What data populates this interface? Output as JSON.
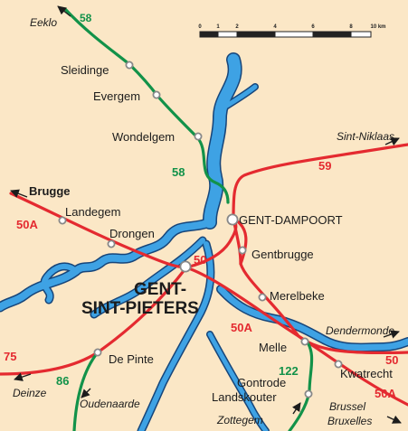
{
  "colors": {
    "background": "#fbe7c6",
    "water": "#3ea2e4",
    "water_edge": "#16457a",
    "line_red": "#e42a30",
    "line_green": "#129249",
    "station_fill": "#ffffff",
    "station_stroke": "#888888",
    "text_dark": "#1c1c1c",
    "scale_dark": "#222222"
  },
  "scale": {
    "ticks": [
      "0",
      "1",
      "2",
      "4",
      "6",
      "8",
      "10 km"
    ]
  },
  "lines": {
    "l50": "50",
    "l50a_west": "50A",
    "l50a_mid": "50A",
    "l50a_east": "50A",
    "l50_east": "50",
    "l58_top": "58",
    "l58_mid": "58",
    "l59": "59",
    "l75": "75",
    "l86": "86",
    "l122": "122"
  },
  "stations": {
    "sleidinge": "Sleidinge",
    "evergem": "Evergem",
    "wondelgem": "Wondelgem",
    "landegem": "Landegem",
    "drongen": "Drongen",
    "gent_dampoort": "GENT-DAMPOORT",
    "gentbrugge": "Gentbrugge",
    "gent_sint_pieters_1": "GENT-",
    "gent_sint_pieters_2": "SINT-PIETERS",
    "merelbeke": "Merelbeke",
    "melle": "Melle",
    "de_pinte": "De Pinte",
    "gontrode_1": "Gontrode",
    "gontrode_2": "Landskouter",
    "kwatrecht": "Kwatrecht"
  },
  "destinations": {
    "eeklo": "Eeklo",
    "brugge": "Brugge",
    "sint_niklaas": "Sint-Niklaas",
    "dendermonde": "Dendermonde",
    "deinze": "Deinze",
    "oudenaarde": "Oudenaarde",
    "zottegem": "Zottegem",
    "brussel": "Brussel",
    "bruxelles": "Bruxelles"
  }
}
